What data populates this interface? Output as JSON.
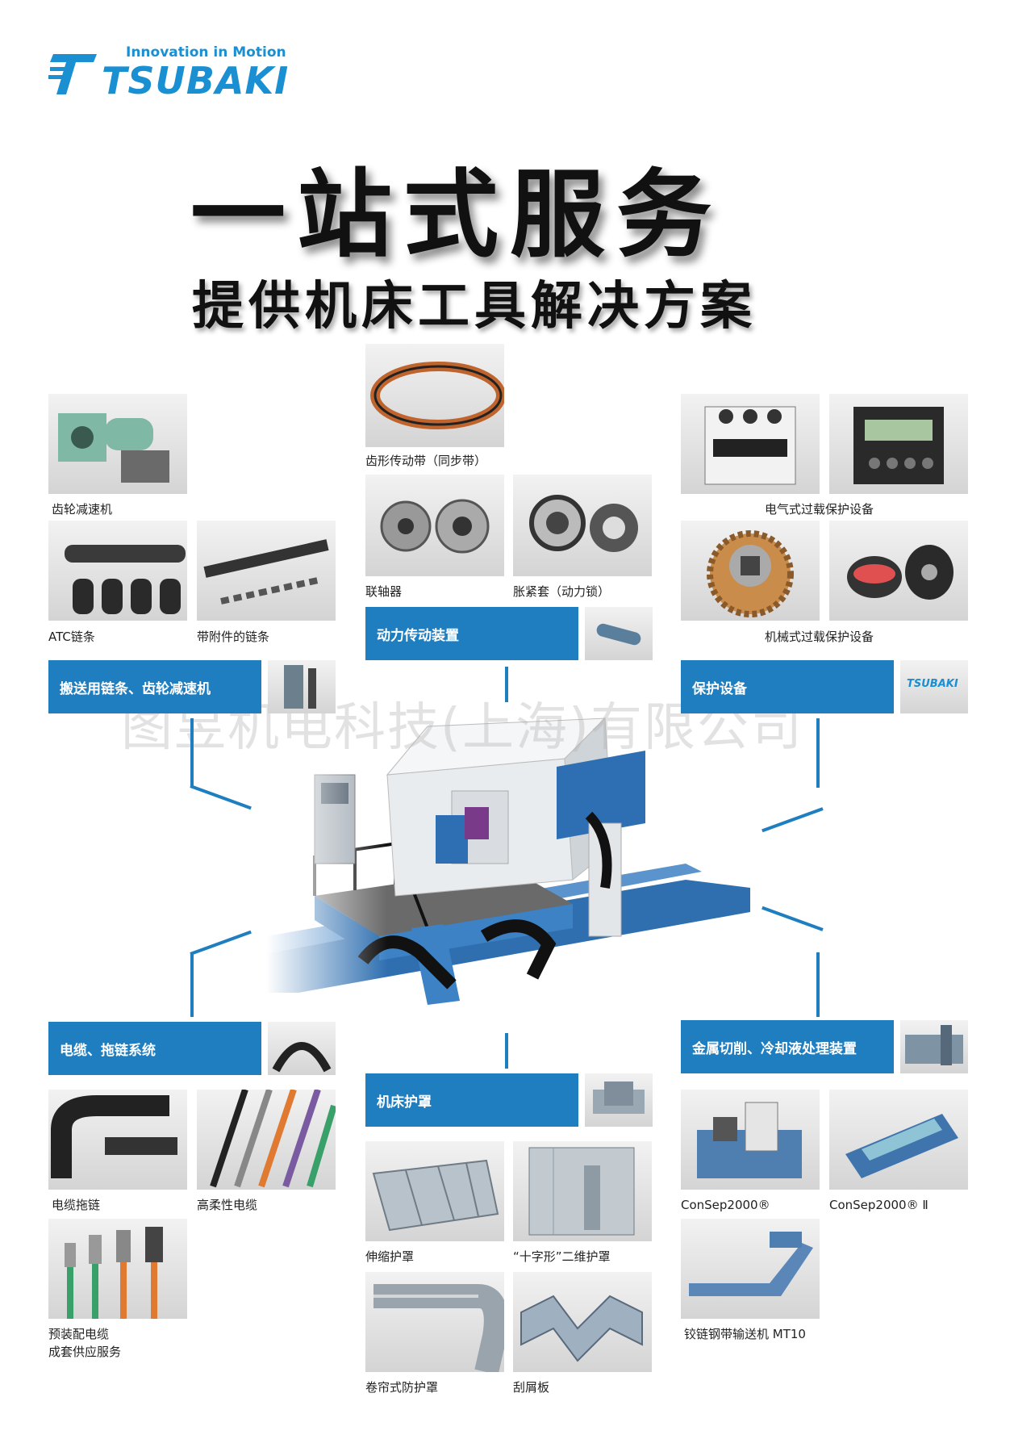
{
  "brand": {
    "tagline": "Innovation in Motion",
    "name": "TSUBAKI",
    "color": "#1a8fd1"
  },
  "headline": {
    "main": "一站式服务",
    "sub": "提供机床工具解决方案"
  },
  "watermark": "图昱机电科技(上海)有限公司",
  "accent_color": "#1f7ec0",
  "sections": {
    "conveyor": {
      "title": "搬送用链条、齿轮减速机",
      "items": [
        "齿轮减速机",
        "ATC链条",
        "带附件的链条"
      ]
    },
    "power": {
      "title": "动力传动装置",
      "items": [
        "齿形传动带（同步带）",
        "联轴器",
        "胀紧套（动力锁）"
      ]
    },
    "protection": {
      "title": "保护设备",
      "items": [
        "电气式过载保护设备",
        "机械式过载保护设备"
      ]
    },
    "cable": {
      "title": "电缆、拖链系统",
      "items": [
        "电缆拖链",
        "高柔性电缆"
      ],
      "preassembled": [
        "预装配电缆",
        "成套供应服务"
      ]
    },
    "cover": {
      "title": "机床护罩",
      "items": [
        "伸缩护罩",
        "“十字形”二维护罩",
        "卷帘式防护罩",
        "刮屑板"
      ]
    },
    "coolant": {
      "title": "金属切削、冷却液处理装置",
      "items": [
        "ConSep2000®",
        "ConSep2000® Ⅱ",
        "铰链钢带输送机  MT10"
      ]
    }
  }
}
